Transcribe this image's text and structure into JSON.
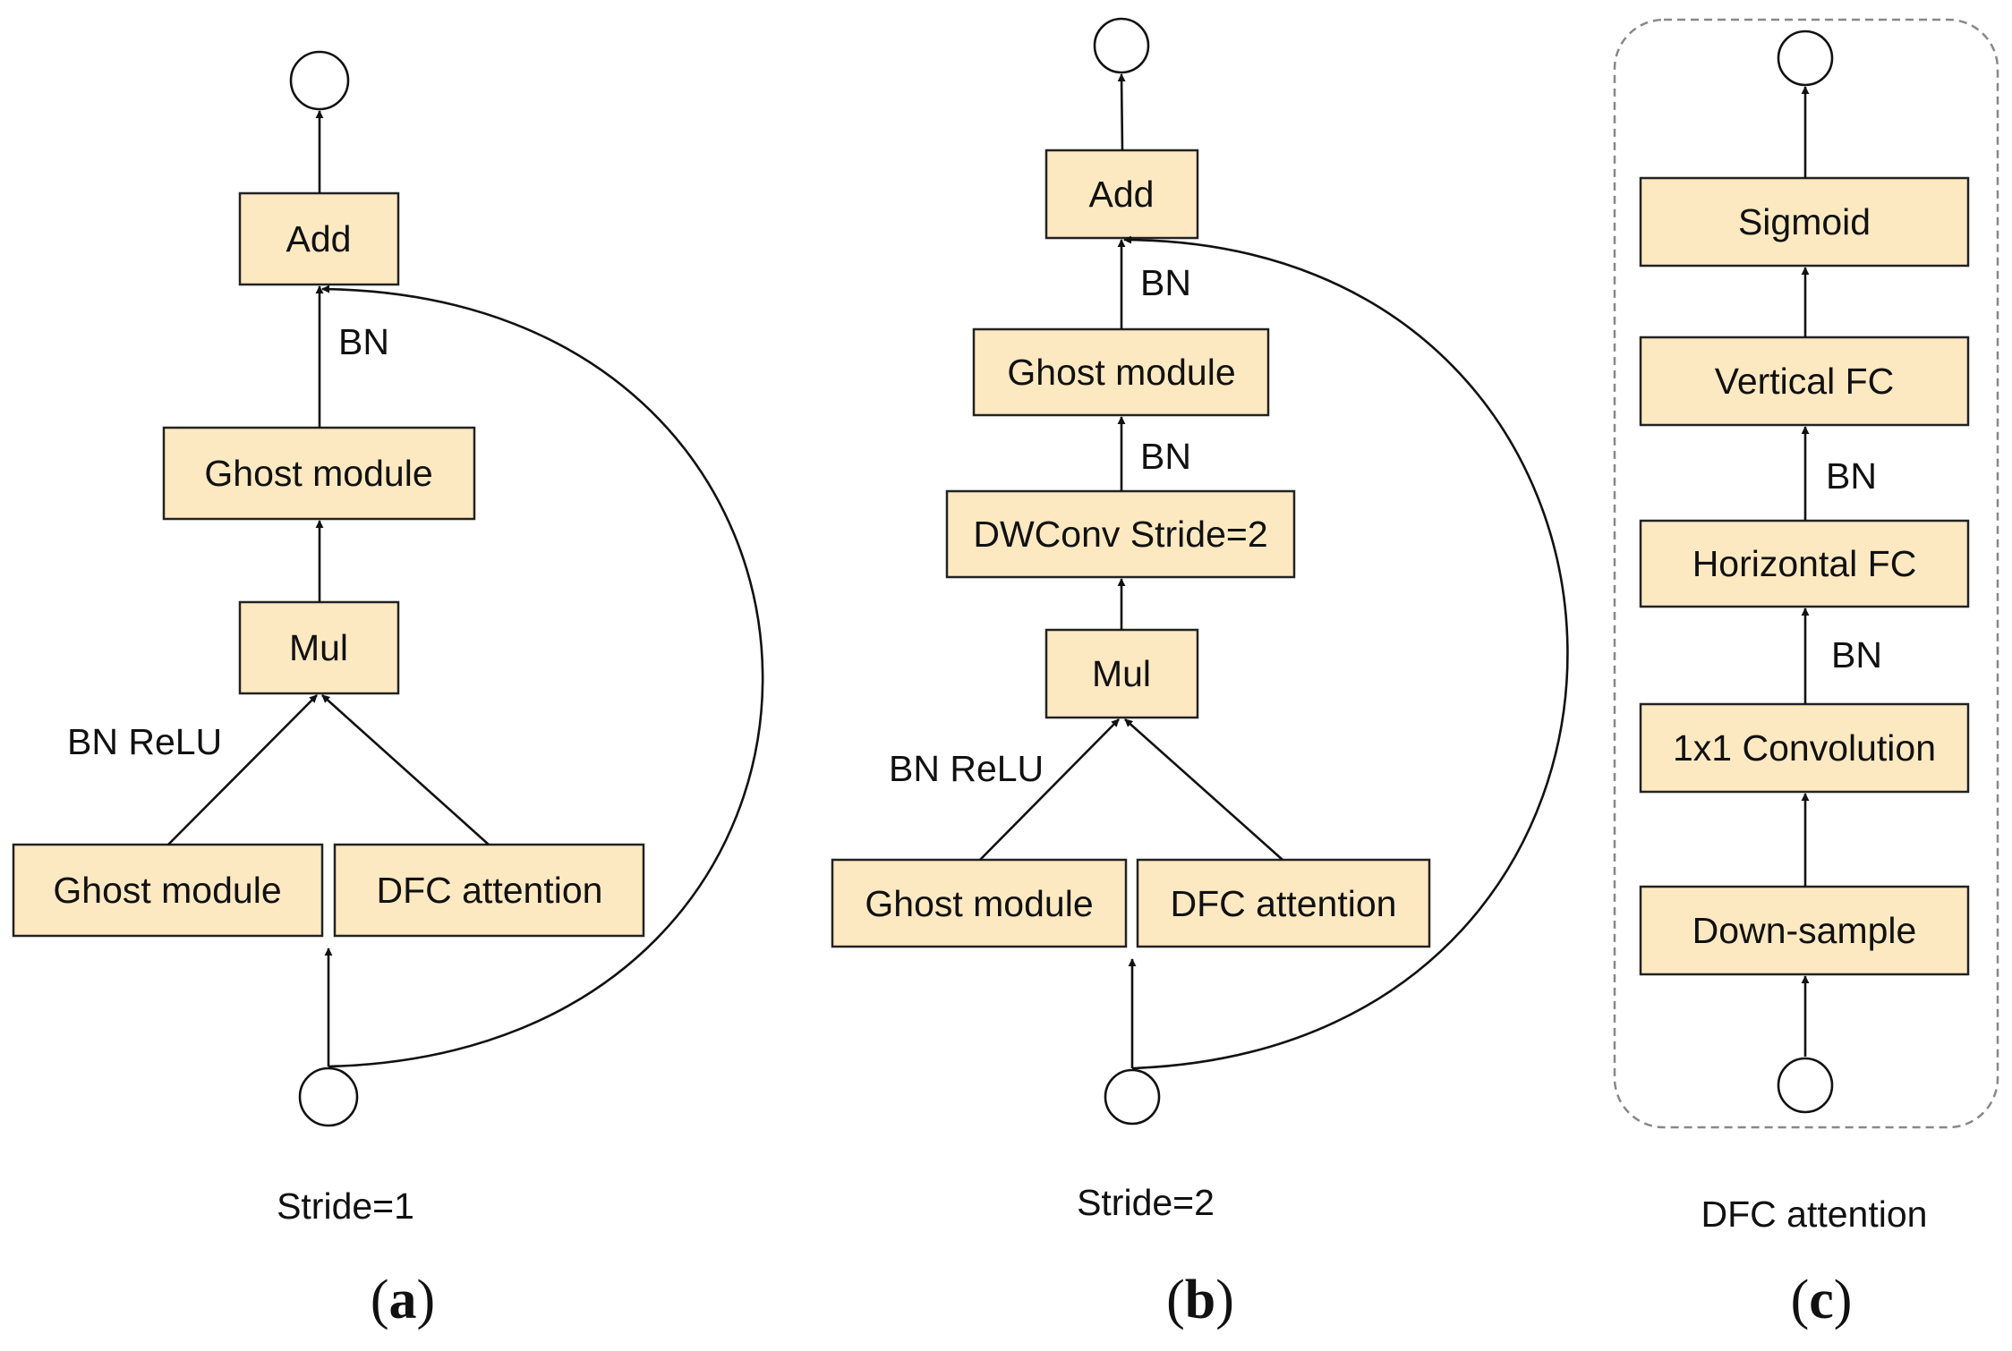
{
  "panel_a": {
    "boxes": {
      "add": "Add",
      "ghost_top": "Ghost module",
      "mul": "Mul",
      "ghost_left": "Ghost module",
      "dfc": "DFC attention"
    },
    "labels": {
      "bn": "BN",
      "bn_relu": "BN ReLU"
    },
    "caption": "Stride=1",
    "subfigure": "a"
  },
  "panel_b": {
    "boxes": {
      "add": "Add",
      "ghost_top": "Ghost module",
      "dwconv": "DWConv Stride=2",
      "mul": "Mul",
      "ghost_left": "Ghost module",
      "dfc": "DFC attention"
    },
    "labels": {
      "bn_1": "BN",
      "bn_2": "BN",
      "bn_relu": "BN ReLU"
    },
    "caption": "Stride=2",
    "subfigure": "b"
  },
  "panel_c": {
    "boxes": {
      "sigmoid": "Sigmoid",
      "vertical_fc": "Vertical FC",
      "horizontal_fc": "Horizontal FC",
      "conv1x1": "1x1 Convolution",
      "downsample": "Down-sample"
    },
    "labels": {
      "bn_1": "BN",
      "bn_2": "BN"
    },
    "caption": "DFC attention",
    "subfigure": "c"
  },
  "colors": {
    "box_fill": "#fde9c1",
    "stroke": "#111111",
    "dashed_border": "#888888"
  }
}
